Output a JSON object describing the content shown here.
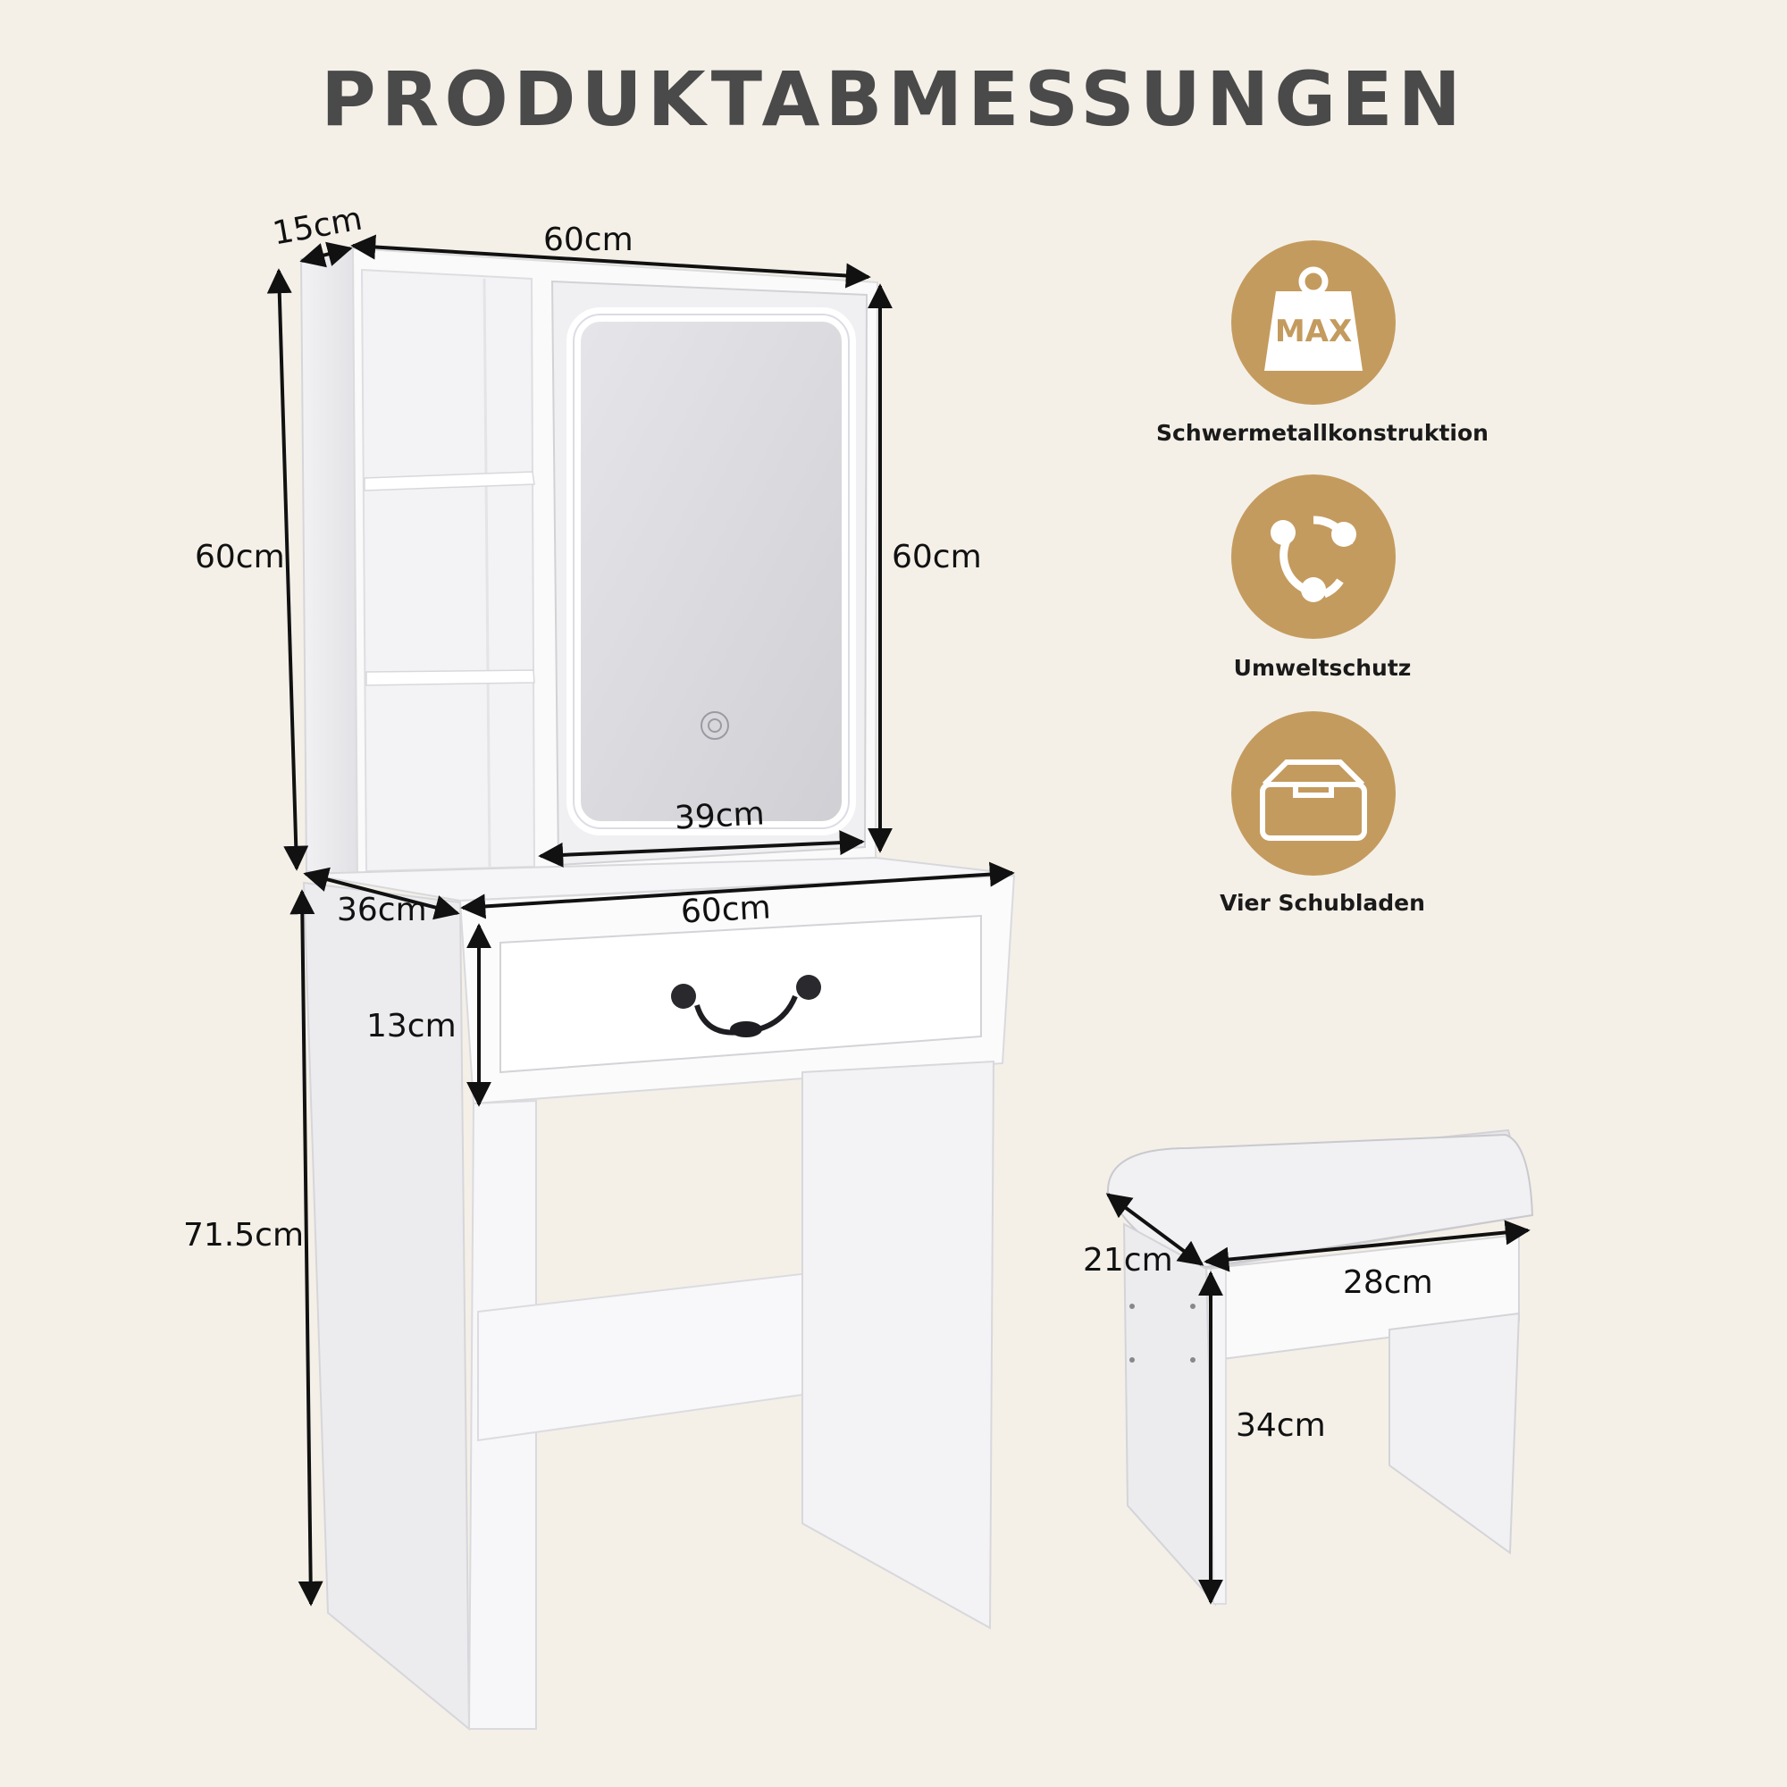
{
  "title": "PRODUKTABMESSUNGEN",
  "dimensions": {
    "mirror_depth": "15cm",
    "mirror_width": "60cm",
    "mirror_height_left": "60cm",
    "mirror_height_right": "60cm",
    "mirror_inner_width": "39cm",
    "table_depth": "36cm",
    "table_width": "60cm",
    "drawer_height": "13cm",
    "table_height": "71.5cm",
    "stool_depth": "21cm",
    "stool_width": "28cm",
    "stool_height": "34cm"
  },
  "features": [
    {
      "icon": "weight-max-icon",
      "icon_text": "MAX",
      "label": "Schwermetallkonstruktion"
    },
    {
      "icon": "recycle-nodes-icon",
      "label": "Umweltschutz"
    },
    {
      "icon": "drawer-box-icon",
      "label": "Vier Schubladen"
    }
  ],
  "colors": {
    "background": "#f4f0e8",
    "accent": "#c49b5e",
    "title": "#4a4a4a"
  }
}
